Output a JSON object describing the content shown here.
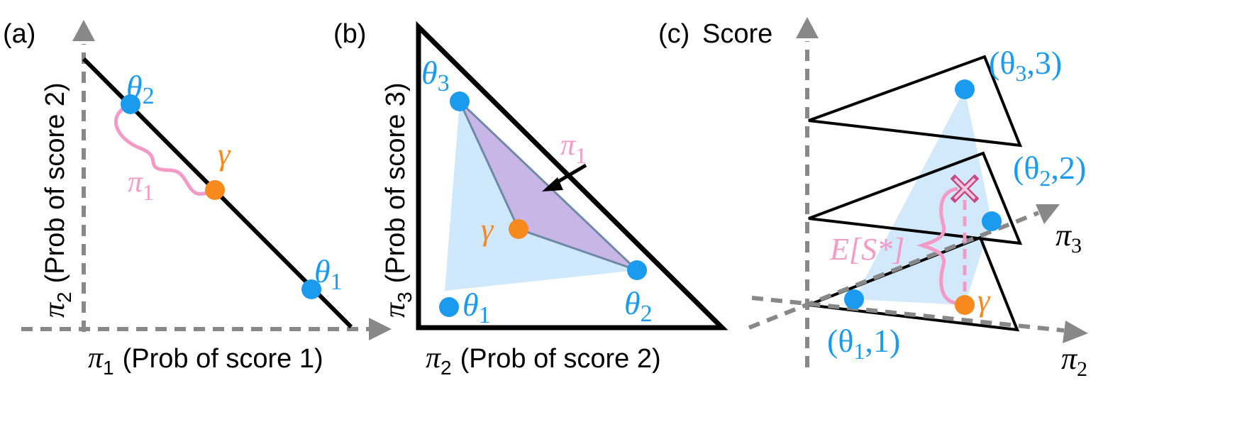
{
  "panel_a": {
    "tag": "(a)",
    "x_label": "(Prob of score 1)",
    "x_symbol": "π",
    "x_sub": "1",
    "y_label": "(Prob of score 2)",
    "y_symbol": "π",
    "y_sub": "2",
    "point_theta2": "θ",
    "point_theta2_sub": "2",
    "point_theta1": "θ",
    "point_theta1_sub": "1",
    "point_gamma": "γ",
    "brace_symbol": "π",
    "brace_sub": "1"
  },
  "panel_b": {
    "tag": "(b)",
    "x_label": "(Prob of score 2)",
    "x_symbol": "π",
    "x_sub": "2",
    "y_label": "(Prob of score 3)",
    "y_symbol": "π",
    "y_sub": "3",
    "point_theta3": "θ",
    "point_theta3_sub": "3",
    "point_theta1": "θ",
    "point_theta1_sub": "1",
    "point_theta2": "θ",
    "point_theta2_sub": "2",
    "point_gamma": "γ",
    "arrow_symbol": "π",
    "arrow_sub": "1"
  },
  "panel_c": {
    "tag": "(c)",
    "y_label": "Score",
    "axis_pi3": "π",
    "axis_pi3_sub": "3",
    "axis_pi2": "π",
    "axis_pi2_sub": "2",
    "label_t3_open": "(θ",
    "label_t3_sub": "3",
    "label_t3_close": ",3)",
    "label_t2_open": "(θ",
    "label_t2_sub": "2",
    "label_t2_close": ",2)",
    "label_t1_open": "(θ",
    "label_t1_sub": "1",
    "label_t1_close": ",1)",
    "point_gamma": "γ",
    "expectation": "E[S*]"
  },
  "colors": {
    "blue": "#1a9bf0",
    "orange": "#f7891d",
    "pink": "#f49ac6",
    "purple_fill": "#c8b6e6",
    "light_blue_fill": "#cfe8fb",
    "axis_gray": "#888888"
  }
}
